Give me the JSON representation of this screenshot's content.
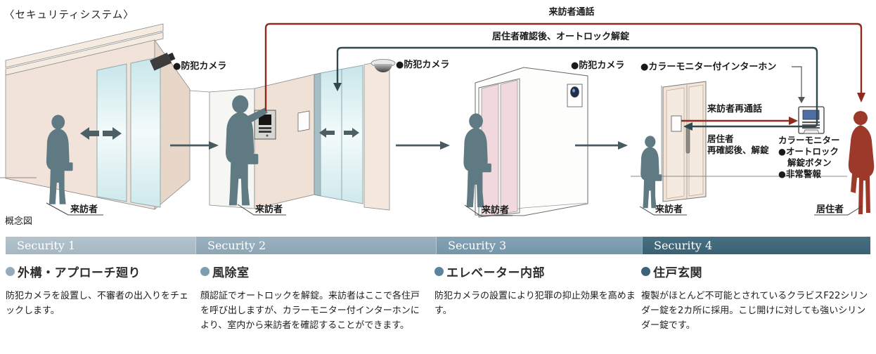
{
  "title": "〈セキュリティシステム〉",
  "caption": "概念図",
  "diagram": {
    "flow": {
      "visitor_call": "来訪者通話",
      "autolock_release": "居住者確認後、オートロック解錠",
      "visitor_recall": "来訪者再通話",
      "reconfirm_1": "居住者",
      "reconfirm_2": "再確認後、解錠"
    },
    "devices": {
      "camera_1": "●防犯カメラ",
      "camera_2": "●防犯カメラ",
      "camera_3": "●防犯カメラ",
      "intercom": "●カラーモニター付インターホン",
      "monitor": "カラーモニター",
      "autolock_button_1": "●オートロック",
      "autolock_button_2": "解錠ボタン",
      "alarm": "●非常警報"
    },
    "persons": {
      "visitor": "来訪者",
      "resident": "居住者"
    }
  },
  "sections": [
    {
      "badge": "Security 1",
      "heading": "外構・アプローチ廻り",
      "body": "防犯カメラを設置し、不審者の出入りをチェックします。"
    },
    {
      "badge": "Security 2",
      "heading": "風除室",
      "body": "顔認証でオートロックを解錠。来訪者はここで各住戸を呼び出しますが、カラーモニター付インターホンにより、室内から来訪者を確認することができます。"
    },
    {
      "badge": "Security 3",
      "heading": "エレベーター内部",
      "body": "防犯カメラの設置により犯罪の抑止効果を高めます。"
    },
    {
      "badge": "Security 4",
      "heading": "住戸玄関",
      "body": "複製がほとんど不可能とされているクラビスF22シリンダー錠を2カ所に採用。こじ開けに対しても強いシリンダー錠です。"
    }
  ],
  "colors": {
    "flow_red": "#8e2b1f",
    "flow_teal": "#31484c",
    "visitor_silhouette": "#5f7a83",
    "resident_silhouette": "#9c392b",
    "bar_colors": [
      "#a5b8c3",
      "#8ca6b6",
      "#7496aa",
      "#3a6073"
    ],
    "bullet_colors": [
      "#93abba",
      "#7e9db0",
      "#5c849c",
      "#3c6478"
    ],
    "glass": "#cfe9ec",
    "wall_cream": "#f1e3d9",
    "elevator_door_pink": "#f0d8dd"
  }
}
